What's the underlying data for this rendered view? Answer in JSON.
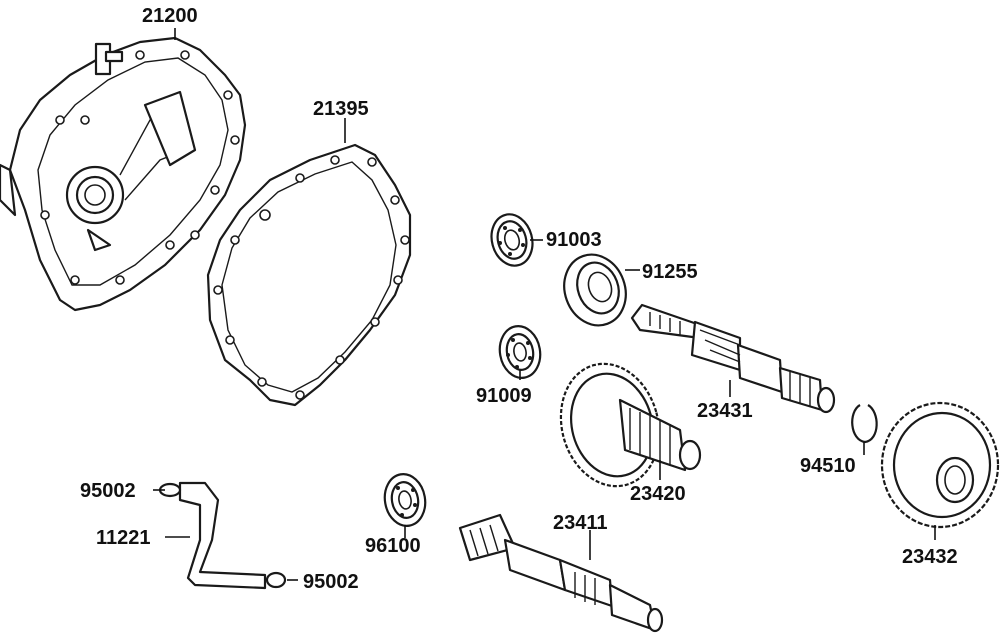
{
  "labels": {
    "p21200": "21200",
    "p21395": "21395",
    "p91003": "91003",
    "p91255": "91255",
    "p91009": "91009",
    "p23431": "23431",
    "p23420": "23420",
    "p94510": "94510",
    "p23432": "23432",
    "p95002a": "95002",
    "p11221": "11221",
    "p95002b": "95002",
    "p96100": "96100",
    "p23411": "23411"
  }
}
